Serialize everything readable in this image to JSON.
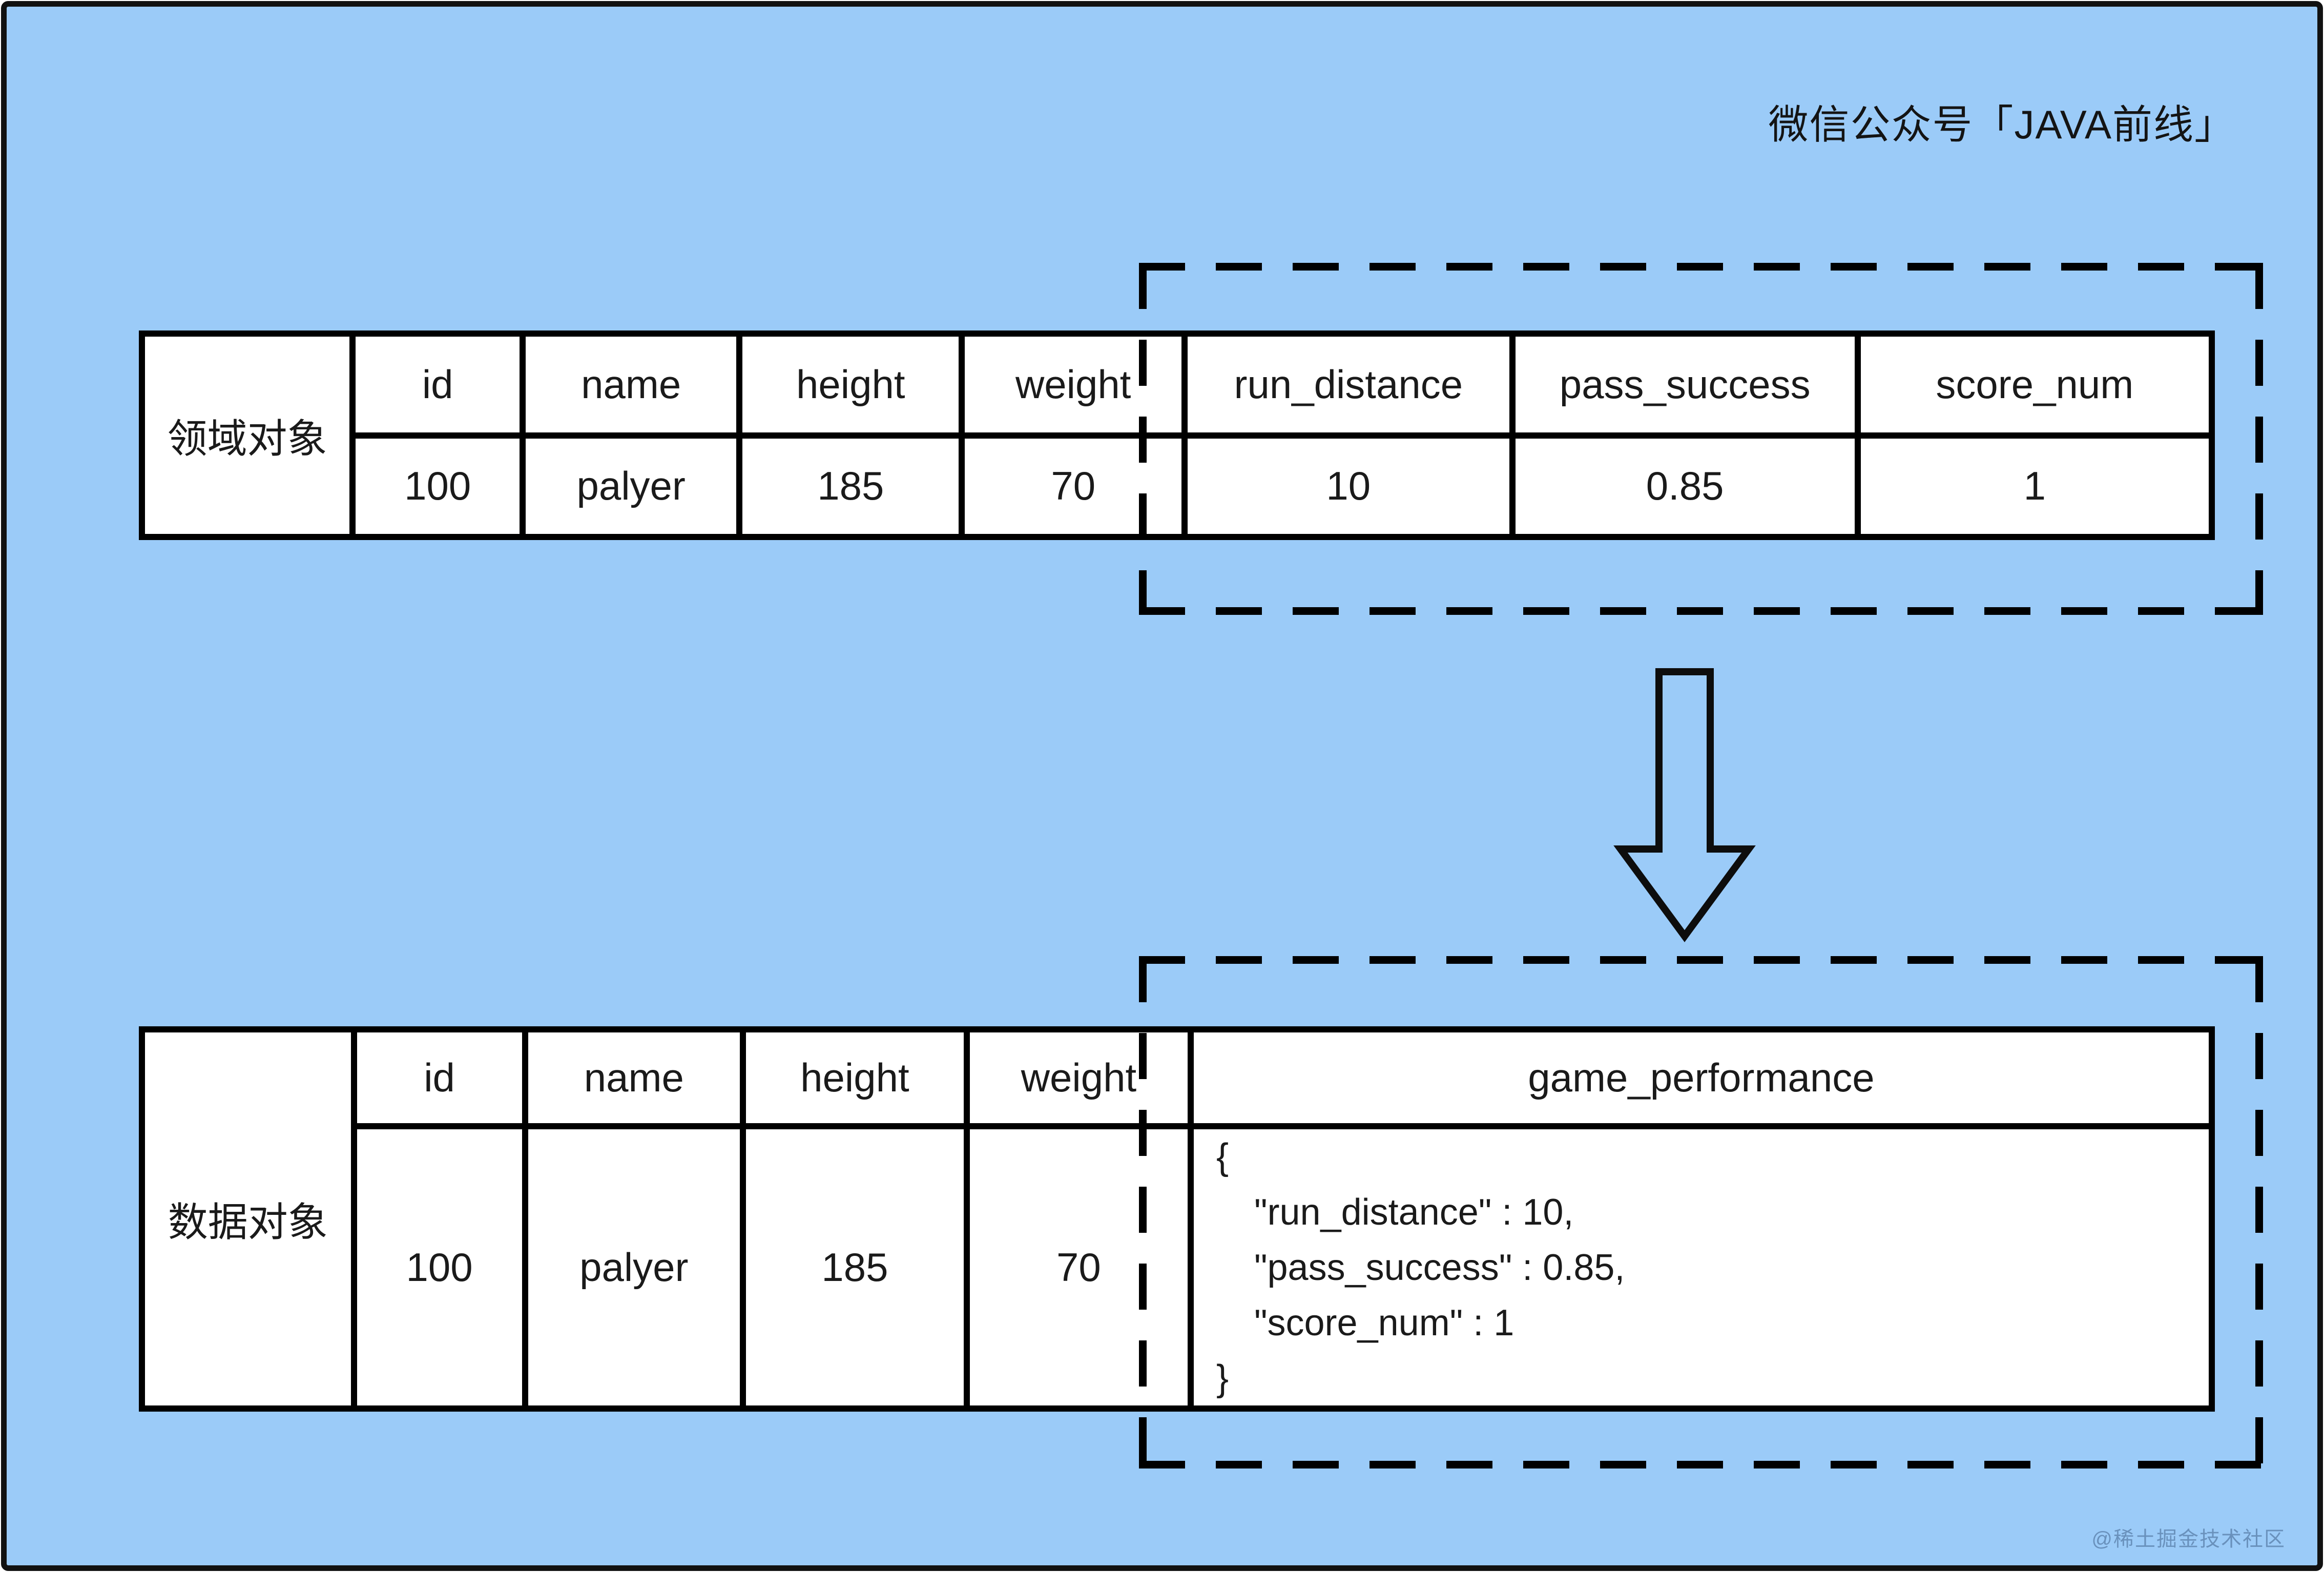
{
  "page": {
    "credit": "微信公众号「JAVA前线」",
    "watermark": "@稀土掘金技术社区",
    "colors": {
      "background": "#9bcbf8",
      "line": "#000000",
      "cell_background": "#ffffff"
    }
  },
  "domain_table": {
    "row_label": "领域对象",
    "headers": [
      "id",
      "name",
      "height",
      "weight",
      "run_distance",
      "pass_success",
      "score_num"
    ],
    "values": [
      "100",
      "palyer",
      "185",
      "70",
      "10",
      "0.85",
      "1"
    ]
  },
  "arrow": {
    "symbol": "down-arrow"
  },
  "data_table": {
    "row_label": "数据对象",
    "headers": [
      "id",
      "name",
      "height",
      "weight",
      "game_performance"
    ],
    "values": [
      "100",
      "palyer",
      "185",
      "70"
    ],
    "json_value_lines": [
      "{",
      "\"run_distance\" : 10,",
      "\"pass_success\" : 0.85,",
      "\"score_num\" : 1",
      "}"
    ]
  }
}
